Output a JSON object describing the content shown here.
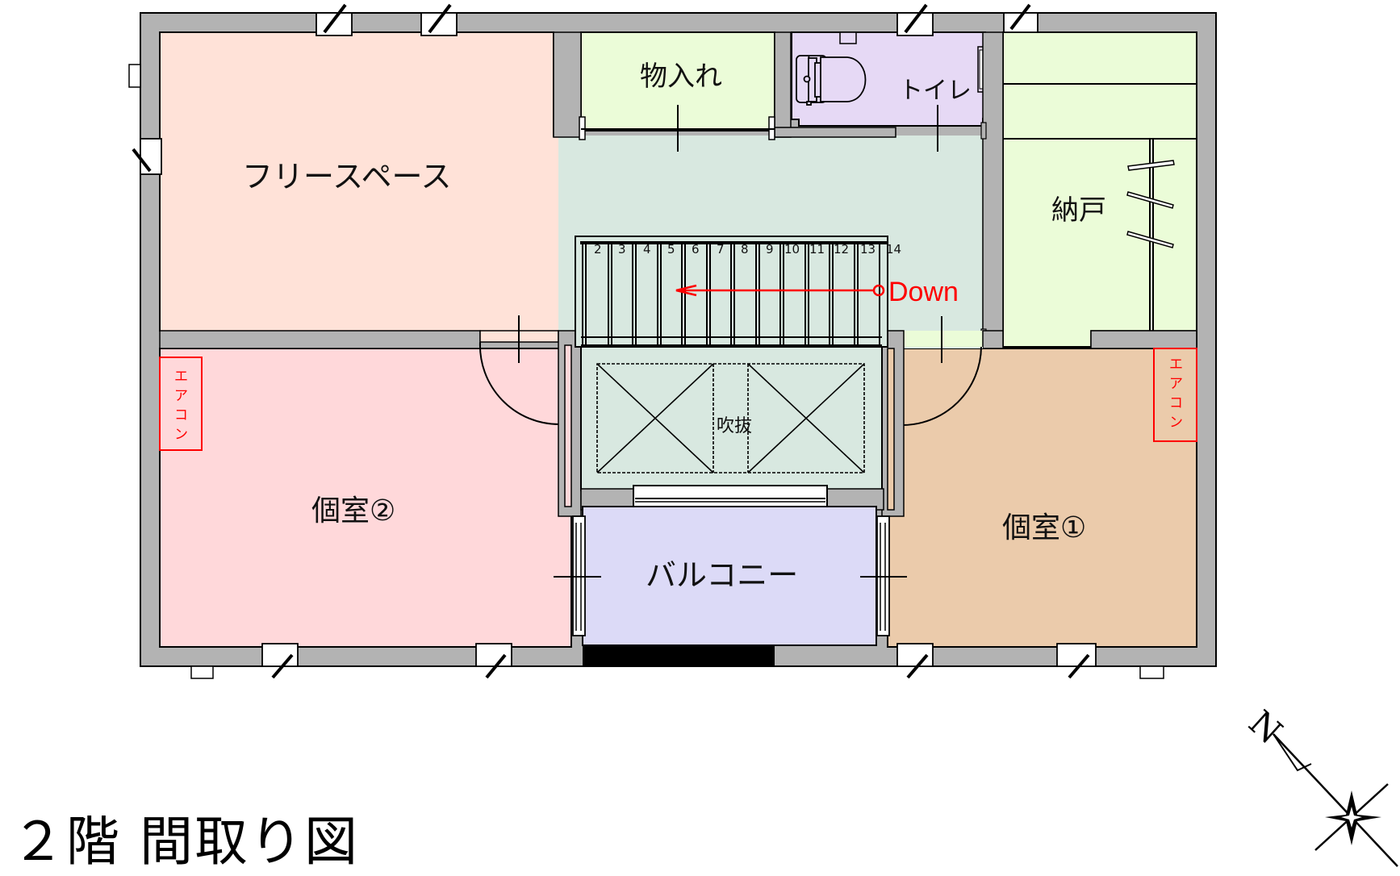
{
  "title": "２階  間取り図",
  "rooms": {
    "free_space": {
      "label": "フリースペース",
      "color": "#ffe2d8"
    },
    "closet": {
      "label": "物入れ",
      "color": "#ebfcd8"
    },
    "toilet": {
      "label": "トイレ",
      "color": "#e6d9f5"
    },
    "storage": {
      "label": "納戸",
      "color": "#ebfcd8"
    },
    "hall": {
      "label": "",
      "color": "#d8e8e0"
    },
    "room2": {
      "label": "個室②",
      "color": "#ffd8da"
    },
    "room1": {
      "label": "個室①",
      "color": "#ebcbab"
    },
    "void": {
      "label": "吹抜",
      "color": "#d8e8e0"
    },
    "balcony": {
      "label": "バルコニー",
      "color": "#dcdaf7"
    }
  },
  "stairs": {
    "steps": [
      "2",
      "3",
      "4",
      "5",
      "6",
      "7",
      "8",
      "9",
      "10",
      "11",
      "12",
      "13",
      "14"
    ],
    "direction_label": "Down",
    "direction_color": "#ff0000"
  },
  "air_conditioner": {
    "left": {
      "label": "エアコン"
    },
    "right": {
      "label": "エアコン"
    },
    "color": "#ff0000"
  },
  "compass": {
    "north_label": "N"
  },
  "colors": {
    "wall": "#b3b3b3",
    "line": "#000000"
  }
}
